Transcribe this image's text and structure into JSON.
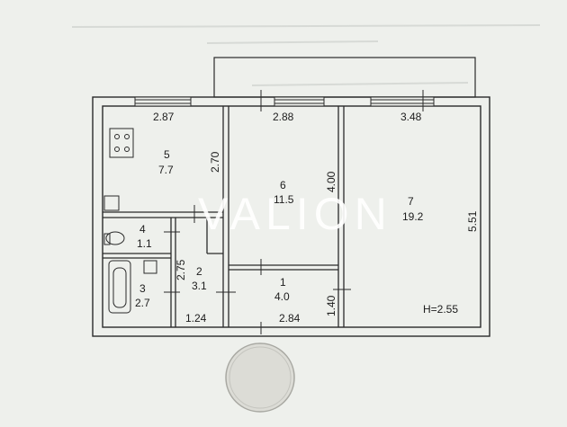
{
  "watermark": "VALION",
  "height_label": "H=2.55",
  "dimensions": {
    "top_left": "2.87",
    "top_mid": "2.88",
    "top_right": "3.48",
    "room5_height": "2.70",
    "room6_height": "4.00",
    "room7_height": "5.51",
    "room2_height": "2.75",
    "corridor_height": "1.40",
    "bottom_left": "1.24",
    "bottom_mid": "2.84"
  },
  "rooms": [
    {
      "id": "5",
      "area": "7.7"
    },
    {
      "id": "6",
      "area": "11.5"
    },
    {
      "id": "7",
      "area": "19.2"
    },
    {
      "id": "4",
      "area": "1.1"
    },
    {
      "id": "2",
      "area": "3.1"
    },
    {
      "id": "3",
      "area": "2.7"
    },
    {
      "id": "1",
      "area": "4.0"
    }
  ],
  "colors": {
    "paper": "#eef0ec",
    "line": "#2a2a2a",
    "coin": "#dcdcd6"
  }
}
